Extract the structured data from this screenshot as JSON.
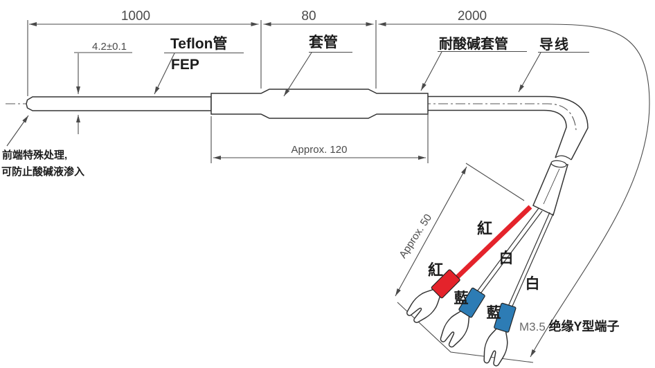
{
  "drawing": {
    "dims": {
      "teflon_length": "1000",
      "sleeve_length": "80",
      "lead_length": "2000",
      "tube_diameter": "4.2±0.1",
      "sleeve_overall": "Approx. 120",
      "terminal_length": "Approx. 50"
    },
    "labels": {
      "teflon_tube": "Teflon管",
      "teflon_material": "FEP",
      "sleeve": "套管",
      "acid_alkali_sleeve": "耐酸碱套管",
      "lead_wire": "导线",
      "terminal_size": "M3.5 ",
      "terminal_type": "绝缘Y型端子",
      "tip_note_1": "前端特殊处理,",
      "tip_note_2": "可防止酸碱液渗入"
    },
    "wire_labels": {
      "red": "紅",
      "white": "白",
      "blue": "藍"
    },
    "colors": {
      "red_terminal": "#e4232b",
      "blue_terminal": "#2d7cb5",
      "outline": "#333333",
      "dimension": "#4a4a4a"
    }
  }
}
